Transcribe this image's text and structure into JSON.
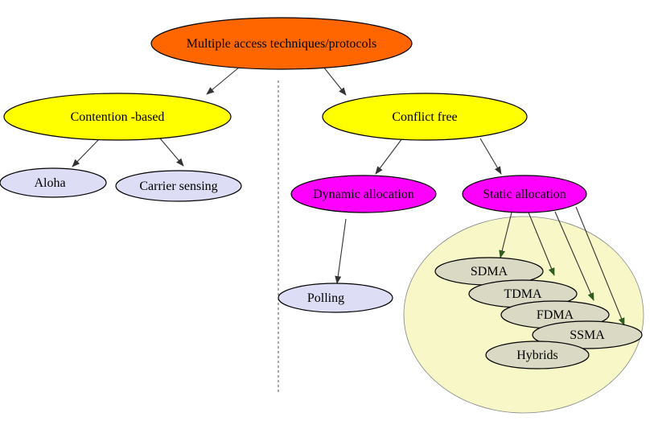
{
  "colors": {
    "root": "#ff6600",
    "category": "#ffff00",
    "allocation": "#ff00ff",
    "leaf": "#ddddf5",
    "static_group": "#f7f7c8",
    "static_item": "#d9d9c4"
  },
  "nodes": {
    "root": "Multiple access techniques/protocols",
    "contention": "Contention -based",
    "conflict_free": "Conflict free",
    "aloha": "Aloha",
    "carrier_sensing": "Carrier sensing",
    "dynamic_allocation": "Dynamic allocation",
    "static_allocation": "Static allocation",
    "polling": "Polling",
    "sdma": "SDMA",
    "tdma": "TDMA",
    "fdma": "FDMA",
    "ssma": "SSMA",
    "hybrids": "Hybrids"
  }
}
